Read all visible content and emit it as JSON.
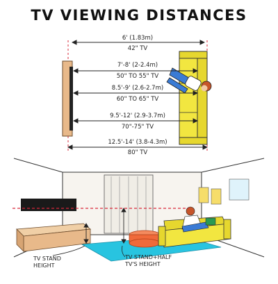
{
  "title": "TV VIEWING DISTANCES",
  "distances": [
    {
      "distance": "6' (1.83m)",
      "size": "42\" TV"
    },
    {
      "distance": "7'-8' (2-2.4m)",
      "size": "50\" TO 55\" TV"
    },
    {
      "distance": "8.5'-9' (2.6-2.7m)",
      "size": "60\" TO 65\" TV"
    },
    {
      "distance": "9.5'-12' (2.9-3.7m)",
      "size": "70\"-75\" TV"
    },
    {
      "distance": "12.5'-14' (3.8-4.3m)",
      "size": "80\" TV"
    }
  ],
  "captions": {
    "stand_height": [
      "TV STAND",
      "HEIGHT"
    ],
    "stand_half": [
      "TV STAND+HALF",
      "TV'S HEIGHT"
    ]
  },
  "colors": {
    "sofa": "#f2e640",
    "tv_stand": "#e8b98a",
    "rug": "#28c4e0",
    "table": "#f06a3a",
    "guide_line": "#d8283a",
    "wall": "#f7f4ef"
  }
}
